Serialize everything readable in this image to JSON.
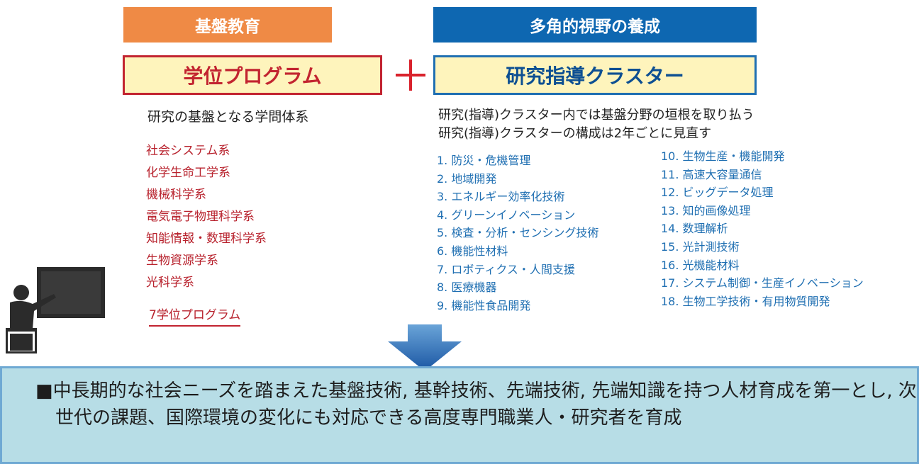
{
  "left_header": "基盤教育",
  "right_header": "多角的視野の養成",
  "program_box": "学位プログラム",
  "cluster_box": "研究指導クラスター",
  "left_subtitle": "研究の基盤となる学問体系",
  "right_subtitle_1": "研究(指導)クラスター内では基盤分野の垣根を取り払う",
  "right_subtitle_2": "研究(指導)クラスターの構成は2年ごとに見直す",
  "programs": [
    "社会システム系",
    "化学生命工学系",
    "機械科学系",
    "電気電子物理科学系",
    "知能情報・数理科学系",
    "生物資源学系",
    "光科学系"
  ],
  "program_count": "7学位プログラム",
  "clusters_col1": [
    "1. 防災・危機管理",
    "2. 地域開発",
    "3. エネルギー効率化技術",
    "4. グリーンイノベーション",
    "5. 検査・分析・センシング技術",
    "6. 機能性材料",
    "7. ロボティクス・人間支援",
    "8. 医療機器",
    "9. 機能性食品開発"
  ],
  "clusters_col2": [
    "10. 生物生産・機能開発",
    "11. 高速大容量通信",
    "12. ビッグデータ処理",
    "13. 知的画像処理",
    "14. 数理解析",
    "15. 光計測技術",
    "16. 光機能材料",
    "17. システム制御・生産イノベーション",
    "18. 生物工学技術・有用物質開発"
  ],
  "summary": "■中長期的な社会ニーズを踏まえた基盤技術, 基幹技術、先端技術, 先端知識を持つ人材育成を第一とし, 次世代の課題、国際環境の変化にも対応できる高度専門職業人・研究者を育成",
  "colors": {
    "orange": "#ef8a45",
    "blue": "#0e67b1",
    "red": "#c22430",
    "panel": "#b7dde6",
    "yellow": "#fef4bc"
  },
  "icons": {
    "teacher": "teacher-at-blackboard-icon",
    "arrow": "down-arrow-icon"
  }
}
